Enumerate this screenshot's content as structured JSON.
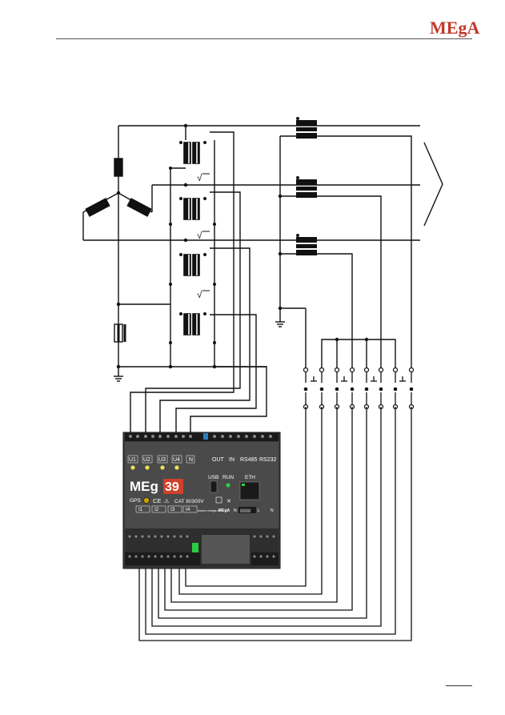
{
  "logo": {
    "text": "MEgA"
  },
  "device": {
    "brand_prefix": "MEg",
    "model_number": "39",
    "voltage_inputs": [
      "U1",
      "U2",
      "U3",
      "U4",
      "N"
    ],
    "io_labels": [
      "OUT",
      "IN",
      "RS485",
      "RS232"
    ],
    "usb_label": "USB",
    "run_label": "RUN",
    "eth_label": "ETH",
    "gps_label": "GPS",
    "cert_label": "CE",
    "cat_label": "CAT III/300V",
    "current_inputs": [
      "I1",
      "I2",
      "I3",
      "I4"
    ],
    "website": "www.e-mega.cz",
    "maker": "MEgA",
    "serial_prefix": "N",
    "serial_digits": "8888",
    "power_labels": [
      "L",
      "N"
    ]
  },
  "diagram": {
    "sqrt_symbol": "√",
    "sqrt_count": 3
  }
}
